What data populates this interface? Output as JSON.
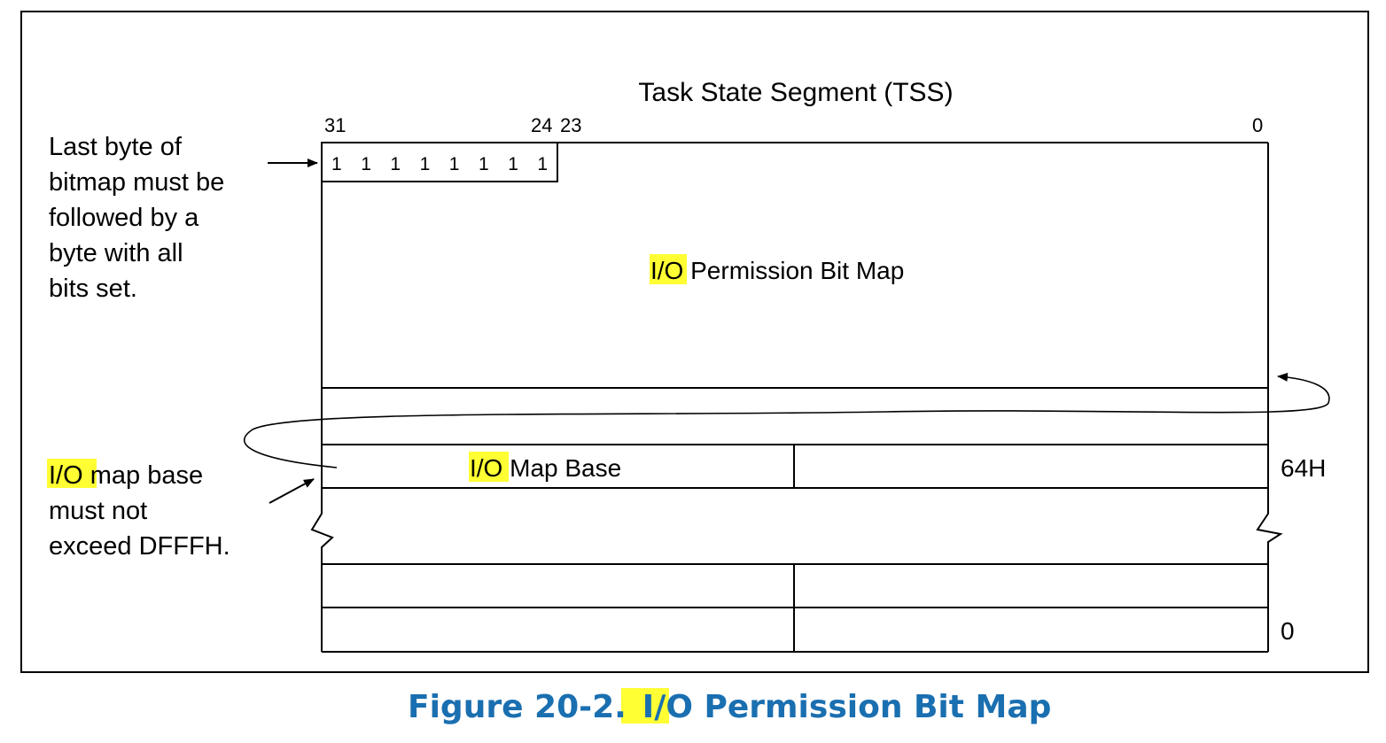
{
  "diagram": {
    "title": "Task State Segment (TSS)",
    "bit_labels": {
      "b31": "31",
      "b24": "24",
      "b23": "23",
      "b0": "0"
    },
    "byte_bits": [
      "1",
      "1",
      "1",
      "1",
      "1",
      "1",
      "1",
      "1"
    ],
    "bitmap_label_highlight": "I/O",
    "bitmap_label_rest": " Permission Bit Map",
    "map_base_label_highlight": "I/O",
    "map_base_label_rest": " Map Base",
    "offset_64h": "64H",
    "offset_0": "0",
    "note_top_lines": [
      "Last byte of",
      "bitmap must be",
      "followed by a",
      "byte with all",
      "bits set."
    ],
    "note_bottom_highlight": "I/O",
    "note_bottom_first_rest": " map base",
    "note_bottom_lines": [
      "must not",
      "exceed DFFFH."
    ],
    "highlight_color": "#ffff33"
  },
  "caption": {
    "prefix": "Figure 20-2.",
    "highlight": "I/O",
    "rest": " Permission Bit Map",
    "color": "#1a6fb0"
  }
}
